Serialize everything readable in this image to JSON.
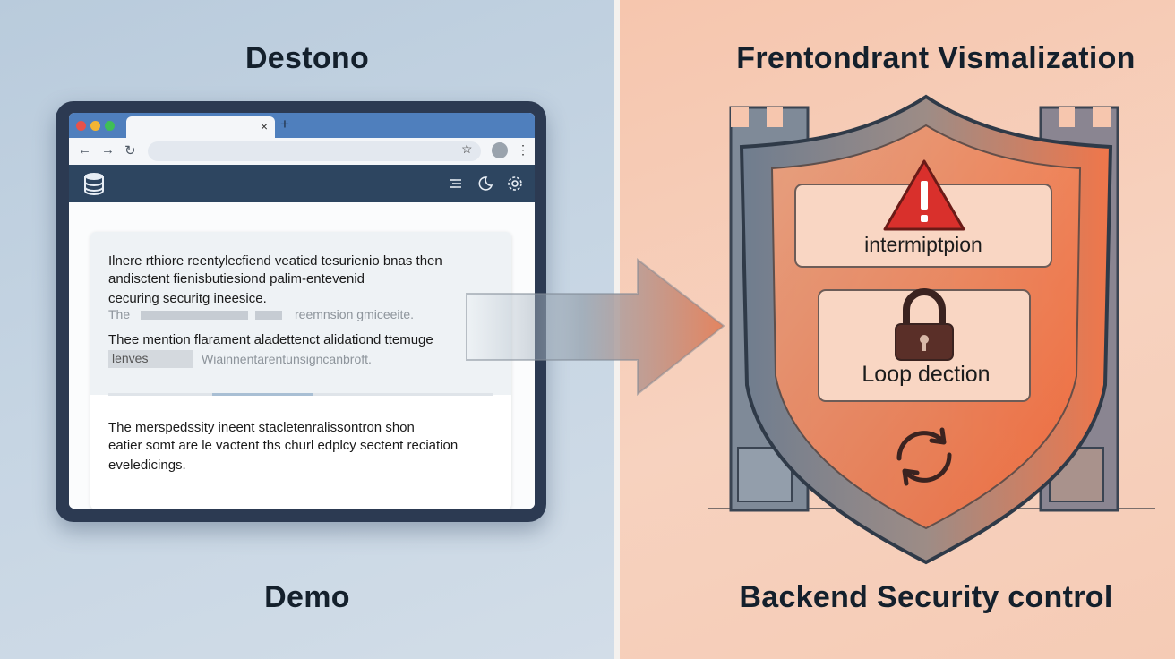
{
  "left": {
    "title": "Destono",
    "caption": "Demo",
    "browser": {
      "tab_close": "×",
      "new_tab": "+",
      "nav": {
        "back": "←",
        "forward": "→",
        "reload": "↻"
      },
      "star": "☆",
      "menu": "⋮",
      "app_icons": [
        "database-icon",
        "list-icon",
        "moon-icon",
        "gear-icon"
      ],
      "text_block_1": [
        "Ilnere rthiore reentylecfiend veaticd tesurienio bnas then",
        "andisctent fienisbutiesiond palim-entevenid",
        "cecuring securitg ineesice."
      ],
      "faded_line_1_start": "The",
      "faded_line_1_end": "reemnsion gmiceeite.",
      "text_line_2": "Thee mention flarament aladettenct alidationd ttemuge",
      "chip_label": "lenves",
      "faded_line_2": "Wiainnentarentunsigncanbroft.",
      "progress_fraction": 0.26,
      "text_block_2": [
        "The merspedssity ineent stacletenralissontron shon",
        "eatier somt are le vactent ths churl edplcy sectent reciation",
        "eveledicings."
      ]
    }
  },
  "right": {
    "title": "Frentondrant Vismalization",
    "caption": "Backend Security control",
    "label_1": "intermiptpion",
    "label_2": "Loop dection",
    "icons": [
      "warning-icon",
      "lock-icon",
      "refresh-icon"
    ]
  },
  "colors": {
    "left_bg": "#c6d5e3",
    "right_bg": "#f7d2bf",
    "shield_accent": "#f0764a",
    "warning_red": "#d9302c",
    "browser_tab": "#4f7fbd"
  }
}
